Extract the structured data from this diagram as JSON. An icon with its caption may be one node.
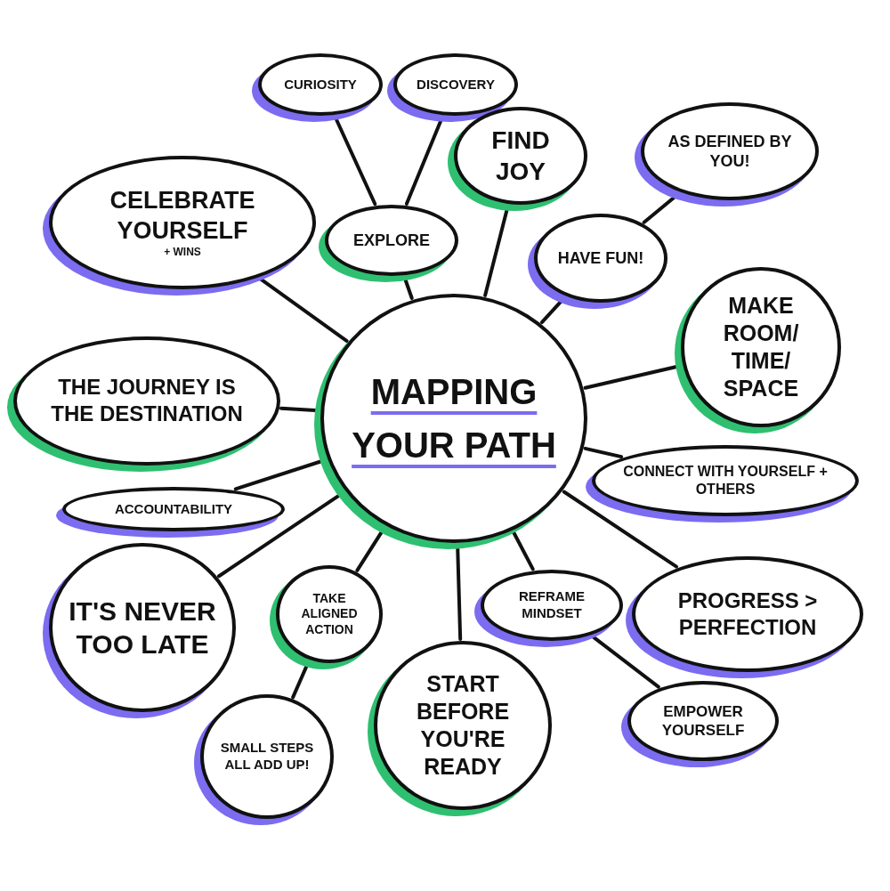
{
  "diagram": {
    "nodes": [
      {
        "text": [
          "MAPPING YOUR PATH"
        ]
      },
      {
        "text": [
          "CURIOSITY"
        ]
      },
      {
        "text": [
          "DISCOVERY"
        ]
      },
      {
        "text": [
          "FIND JOY"
        ]
      },
      {
        "text": [
          "AS DEFINED BY YOU!"
        ]
      },
      {
        "text": [
          "CELEBRATE YOURSELF",
          "+ WINS"
        ]
      },
      {
        "text": [
          "EXPLORE"
        ]
      },
      {
        "text": [
          "HAVE FUN!"
        ]
      },
      {
        "text": [
          "MAKE ROOM/ TIME/ SPACE"
        ]
      },
      {
        "text": [
          "THE JOURNEY IS THE DESTINATION"
        ]
      },
      {
        "text": [
          "ACCOUNTABILITY"
        ]
      },
      {
        "text": [
          "CONNECT WITH YOURSELF + OTHERS"
        ]
      },
      {
        "text": [
          "IT'S NEVER TOO LATE"
        ]
      },
      {
        "text": [
          "TAKE ALIGNED ACTION"
        ]
      },
      {
        "text": [
          "REFRAME MINDSET"
        ]
      },
      {
        "text": [
          "PROGRESS > PERFECTION"
        ]
      },
      {
        "text": [
          "START BEFORE YOU'RE READY"
        ]
      },
      {
        "text": [
          "SMALL STEPS ALL ADD UP!"
        ]
      },
      {
        "text": [
          "EMPOWER YOURSELF"
        ]
      }
    ],
    "edges": [
      {
        "from": 0,
        "to": 5,
        "arrow": "none"
      },
      {
        "from": 0,
        "to": 6,
        "arrow": "none"
      },
      {
        "from": 0,
        "to": 3,
        "arrow": "none"
      },
      {
        "from": 0,
        "to": 7,
        "arrow": "none"
      },
      {
        "from": 0,
        "to": 8,
        "arrow": "none"
      },
      {
        "from": 0,
        "to": 9,
        "arrow": "none"
      },
      {
        "from": 0,
        "to": 10,
        "arrow": "none"
      },
      {
        "from": 0,
        "to": 11,
        "arrow": "none"
      },
      {
        "from": 0,
        "to": 12,
        "arrow": "none"
      },
      {
        "from": 0,
        "to": 13,
        "arrow": "none"
      },
      {
        "from": 0,
        "to": 14,
        "arrow": "none"
      },
      {
        "from": 0,
        "to": 15,
        "arrow": "none"
      },
      {
        "from": 0,
        "to": 16,
        "arrow": "none"
      },
      {
        "from": 6,
        "to": 1,
        "arrow": "none"
      },
      {
        "from": 6,
        "to": 2,
        "arrow": "none"
      },
      {
        "from": 7,
        "to": 4,
        "arrow": "none"
      },
      {
        "from": 13,
        "to": 17,
        "arrow": "none"
      },
      {
        "from": 14,
        "to": 18,
        "arrow": "none"
      }
    ]
  }
}
